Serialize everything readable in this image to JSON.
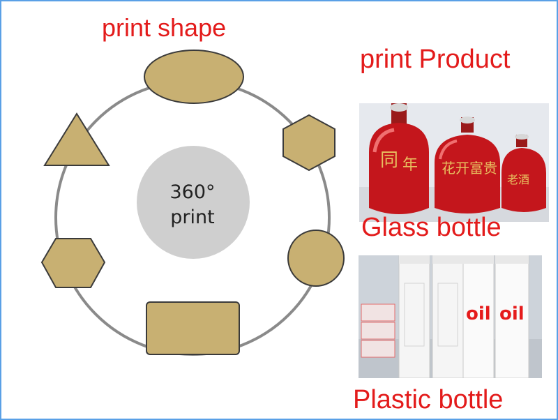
{
  "labels": {
    "print_shape": "print shape",
    "print_product": "print Product",
    "center_line1": "360°",
    "center_line2": "print",
    "glass_bottle": "Glass bottle",
    "plastic_bottle": "Plastic bottle"
  },
  "colors": {
    "title_red": "#e31b1b",
    "shape_fill": "#c8b072",
    "shape_stroke": "#3a3a3a",
    "ring_gray": "#8a8a8a",
    "center_fill": "#cfcfcf",
    "frame_blue": "#5aa0e6"
  },
  "diagram": {
    "shapes": [
      "ellipse",
      "hexagon",
      "circle",
      "rectangle",
      "hexagon",
      "triangle"
    ]
  },
  "products": {
    "glass_bottle_image": "red glass wine bottles",
    "plastic_bottle_image": "white plastic shampoo bottles",
    "bottle_brand_text": "oil"
  }
}
